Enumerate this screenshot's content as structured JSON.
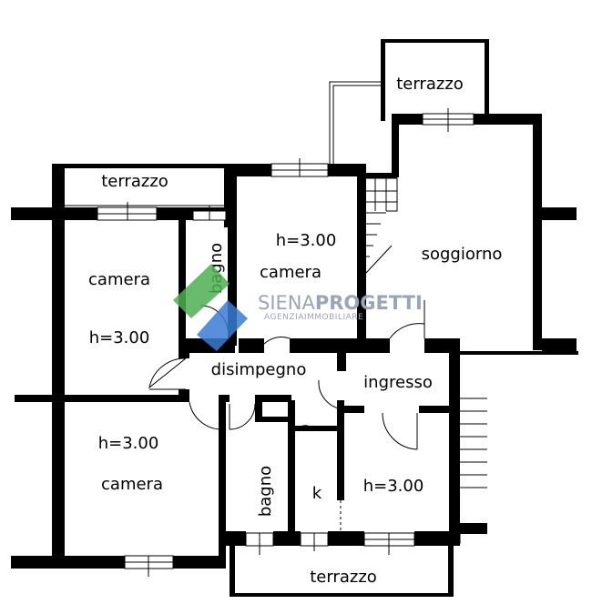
{
  "rooms": {
    "terrazzo_top_right": "terrazzo",
    "terrazzo_top_left": "terrazzo",
    "terrazzo_bottom": "terrazzo",
    "camera_left": "camera",
    "camera_left_h": "h=3.00",
    "bagno_top": "bagno",
    "camera_center_h": "h=3.00",
    "camera_center": "camera",
    "soggiorno": "soggiorno",
    "disimpegno": "disimpegno",
    "ingresso": "ingresso",
    "camera_bottom_h": "h=3.00",
    "camera_bottom": "camera",
    "bagno_bottom": "bagno",
    "kitchen": "k",
    "room_bottom_right_h": "h=3.00"
  },
  "watermark": {
    "brand_light": "SIENA",
    "brand_bold": "PROGETTI",
    "tagline": "AGENZIAIMMOBILIARE",
    "colors": {
      "green": "#4caf50",
      "blue": "#3a7bd5",
      "text": "#9aa6b8"
    }
  }
}
